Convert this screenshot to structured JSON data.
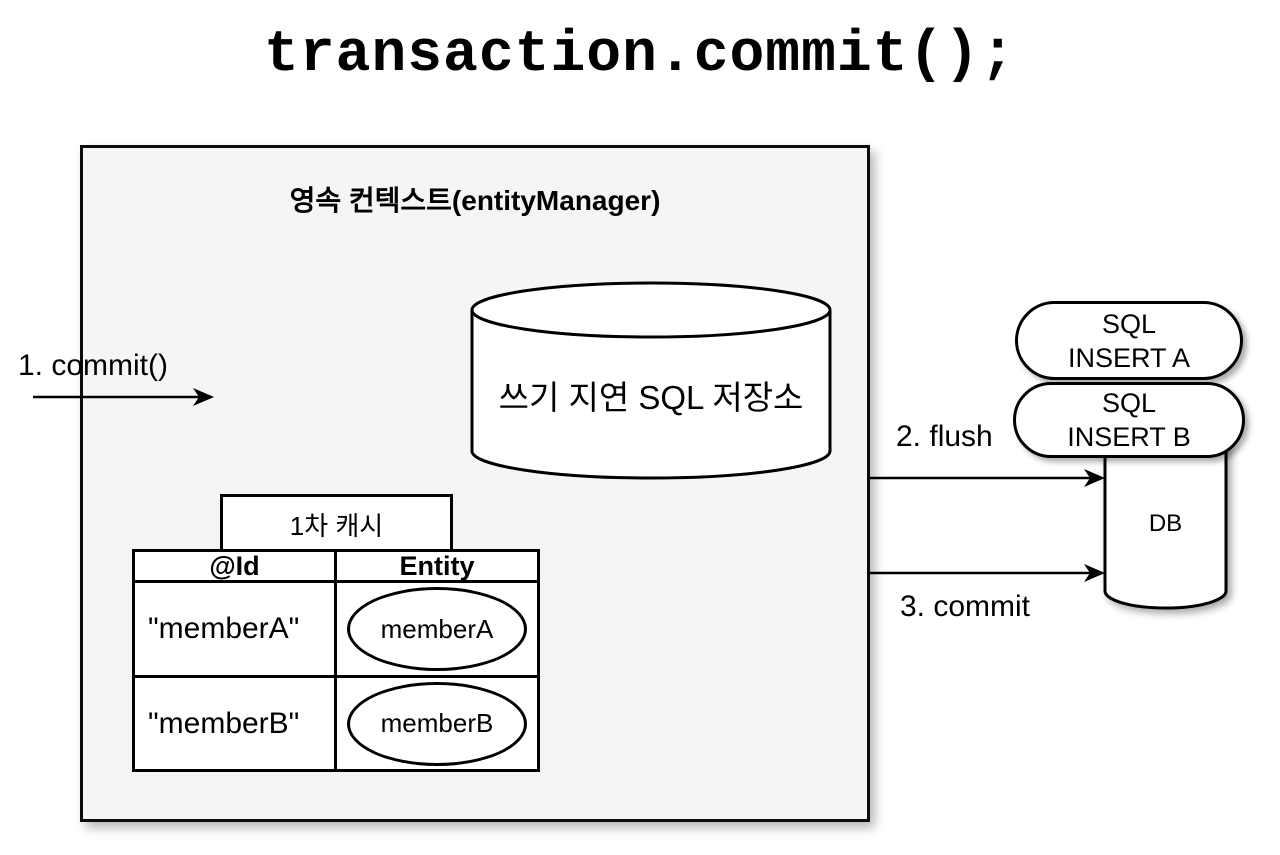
{
  "title": "transaction.commit();",
  "persistence_context": {
    "label": "영속 컨텍스트(entityManager)",
    "write_behind_store": {
      "label": "쓰기 지연 SQL 저장소"
    },
    "first_level_cache": {
      "label": "1차 캐시",
      "columns": {
        "id": "@Id",
        "entity": "Entity"
      },
      "rows": [
        {
          "id": "\"memberA\"",
          "entity": "memberA"
        },
        {
          "id": "\"memberB\"",
          "entity": "memberB"
        }
      ]
    }
  },
  "arrows": {
    "commit_in": "1. commit()",
    "flush": "2. flush",
    "commit_out": "3. commit"
  },
  "sql_statements": [
    {
      "line1": "SQL",
      "line2": "INSERT A"
    },
    {
      "line1": "SQL",
      "line2": "INSERT B"
    }
  ],
  "database": {
    "label": "DB"
  },
  "colors": {
    "stroke": "#000000",
    "context_box_fill": "#f5f5f5",
    "shape_fill": "#ffffff",
    "background": "#ffffff"
  }
}
